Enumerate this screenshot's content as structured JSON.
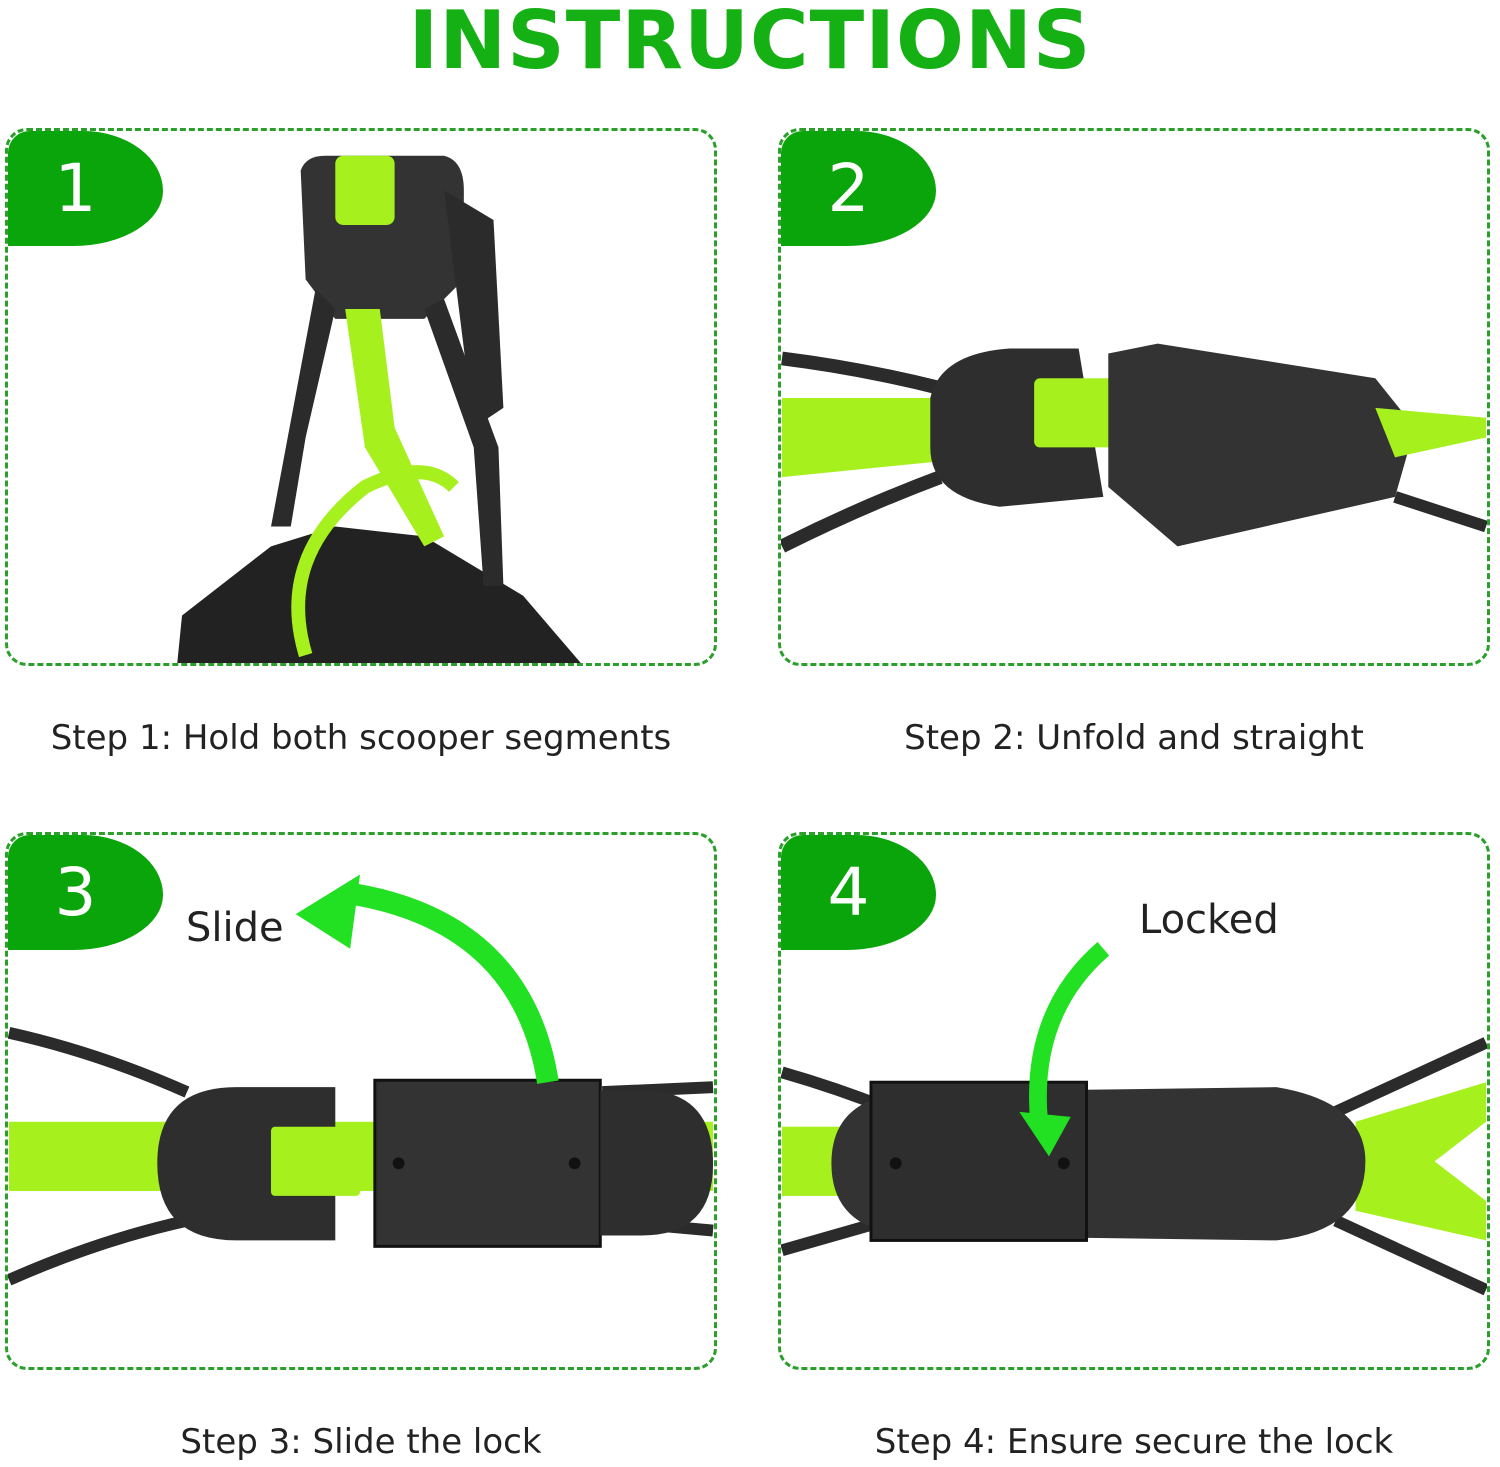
{
  "title": "INSTRUCTIONS",
  "colors": {
    "badge": "#0aa50a",
    "lime": "#a6f01e",
    "dark": "#2b2b2b"
  },
  "steps": [
    {
      "number": "1",
      "caption": "Step 1: Hold both scooper segments"
    },
    {
      "number": "2",
      "caption": "Step 2: Unfold and straight"
    },
    {
      "number": "3",
      "caption": "Step 3: Slide the lock",
      "annotation": "Slide"
    },
    {
      "number": "4",
      "caption": "Step 4: Ensure secure the lock",
      "annotation": "Locked"
    }
  ]
}
